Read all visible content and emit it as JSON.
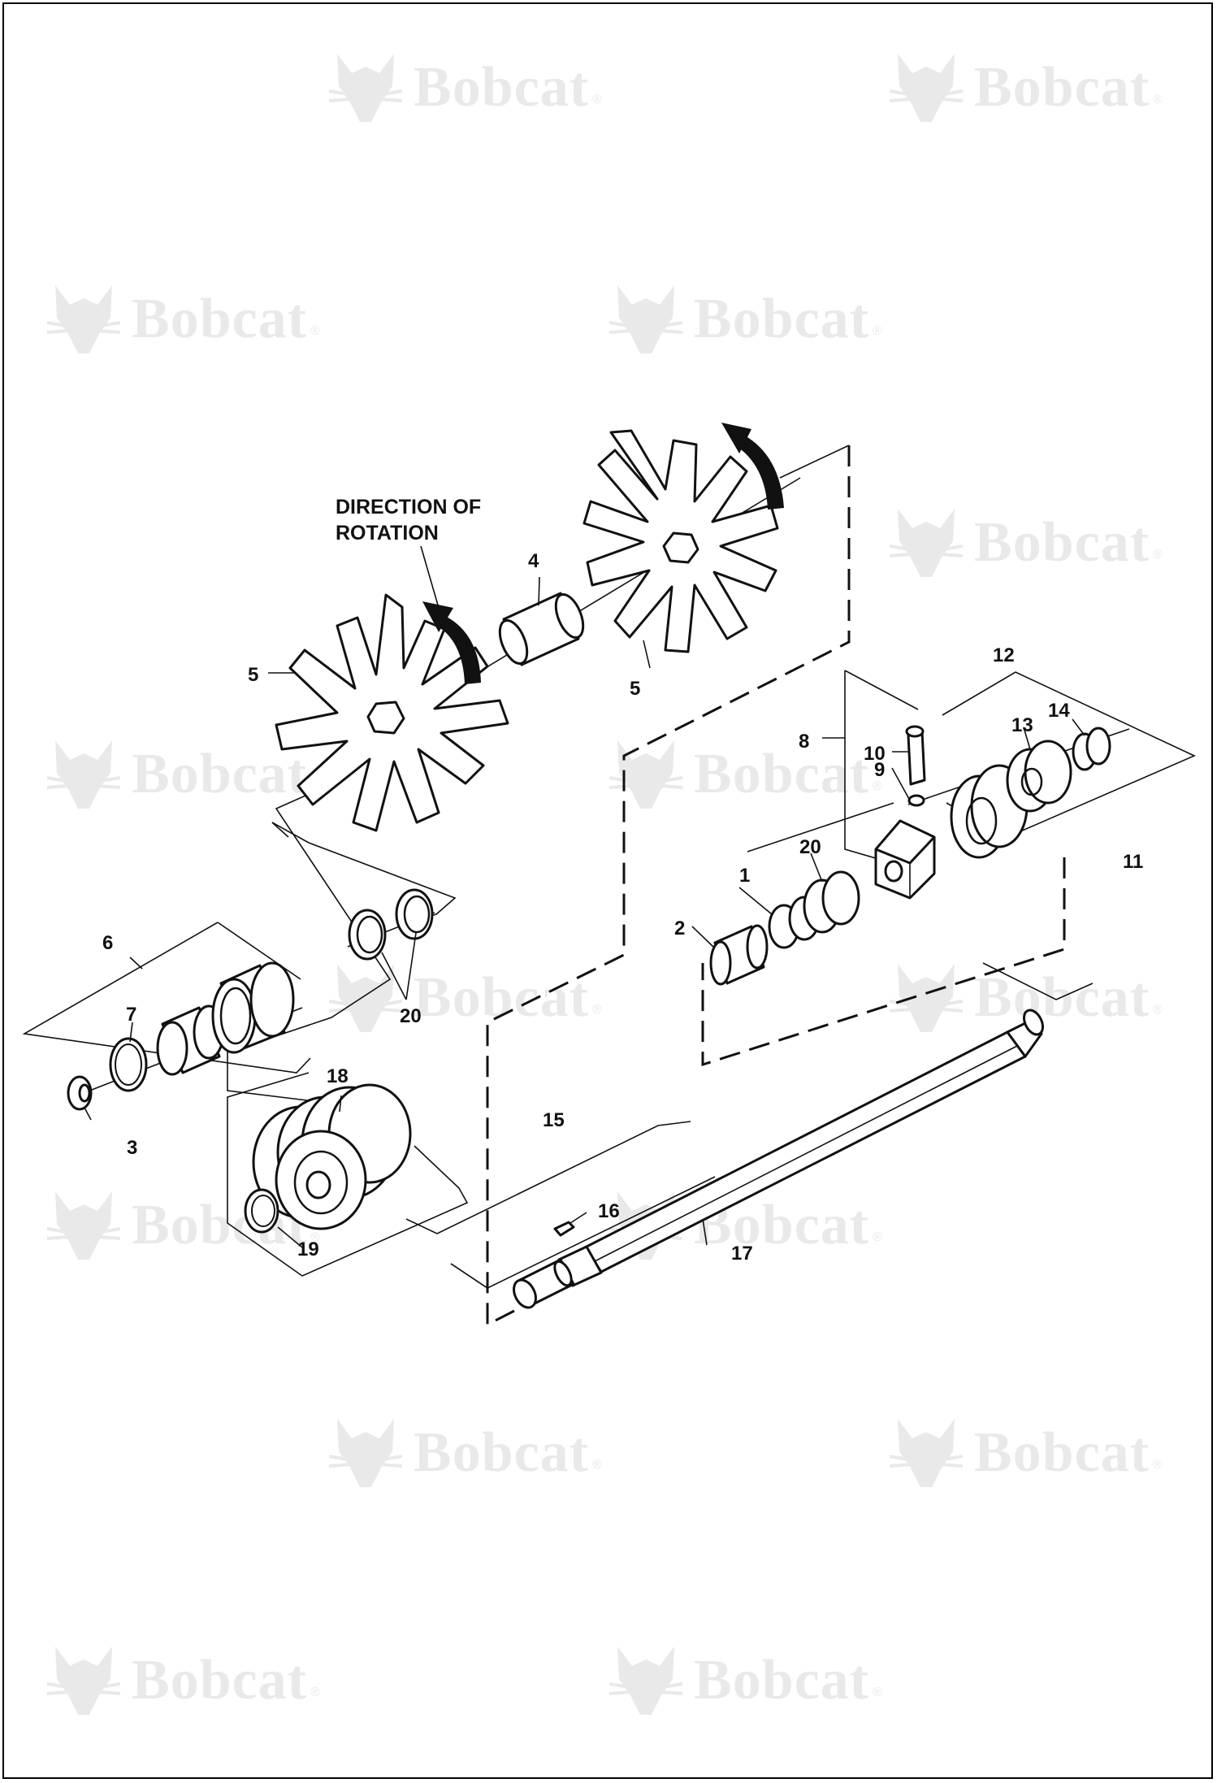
{
  "watermark": {
    "text": "Bobcat",
    "mark": "bobcat-head-logo"
  },
  "caption": {
    "line1": "DIRECTION OF",
    "line2": "ROTATION"
  },
  "callouts": {
    "c1": "1",
    "c2": "2",
    "c3": "3",
    "c4": "4",
    "c5a": "5",
    "c5b": "5",
    "c6": "6",
    "c7": "7",
    "c8": "8",
    "c9": "9",
    "c10": "10",
    "c11": "11",
    "c12": "12",
    "c13": "13",
    "c14": "14",
    "c15": "15",
    "c16": "16",
    "c17": "17",
    "c18": "18",
    "c19": "19",
    "c20a": "20",
    "c20b": "20"
  }
}
